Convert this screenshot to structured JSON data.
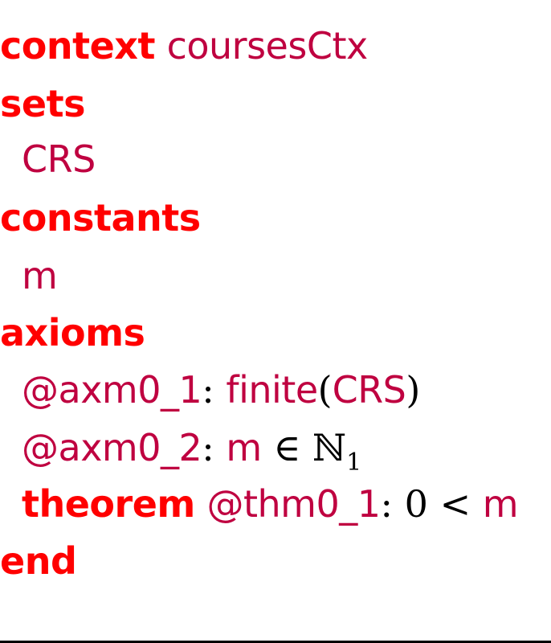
{
  "context_line": {
    "keyword": "context",
    "name": "coursesCtx"
  },
  "sets": {
    "keyword": "sets",
    "items": [
      "CRS"
    ]
  },
  "constants": {
    "keyword": "constants",
    "items": [
      "m"
    ]
  },
  "axioms": {
    "keyword": "axioms",
    "axm0_1": {
      "label": "@axm0_1",
      "colon": ":",
      "func": "finite",
      "lparen": "(",
      "arg": "CRS",
      "rparen": ")"
    },
    "axm0_2": {
      "label": "@axm0_2",
      "colon": ":",
      "lhs": "m",
      "op": "∈",
      "set": "ℕ",
      "sub": "1"
    },
    "thm0_1": {
      "keyword": "theorem",
      "label": "@thm0_1",
      "colon": ":",
      "lhs": "0",
      "op": "<",
      "rhs": "m"
    }
  },
  "end_keyword": "end",
  "colors": {
    "keyword": "#ff0000",
    "identifier": "#bf0040",
    "math": "#000000"
  }
}
